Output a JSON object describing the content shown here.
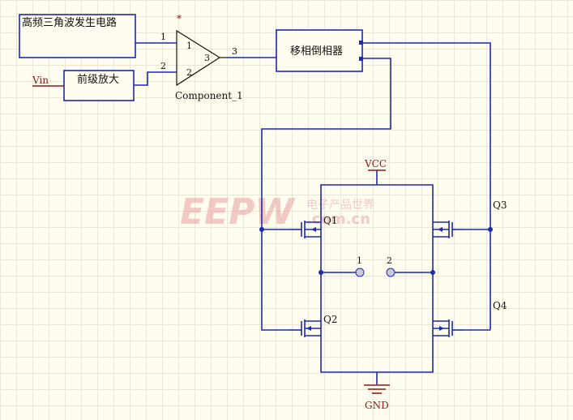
{
  "blocks": {
    "triangle_gen": "高频三角波发生电路",
    "preamp": "前级放大",
    "phase_inverter": "移相倒相器"
  },
  "comparator": {
    "designator": "*",
    "name": "Component_1",
    "pin_in1": "1",
    "pin_in2": "2",
    "pin_out": "3"
  },
  "wires": {
    "in1": "1",
    "in2": "2",
    "out": "3"
  },
  "nets": {
    "vin": "Vin",
    "vcc": "VCC",
    "gnd": "GND"
  },
  "transistors": [
    "Q1",
    "Q2",
    "Q3",
    "Q4"
  ],
  "load_pins": [
    "1",
    "2"
  ],
  "watermark": {
    "logo": "EEPW",
    "chinese": "电子产品世界",
    "domain": ".com.cn"
  },
  "colors": {
    "wire": "#1a2bb0",
    "net_label": "#8b1a1a",
    "watermark": "#e8a0a0",
    "background": "#fffdf0"
  }
}
